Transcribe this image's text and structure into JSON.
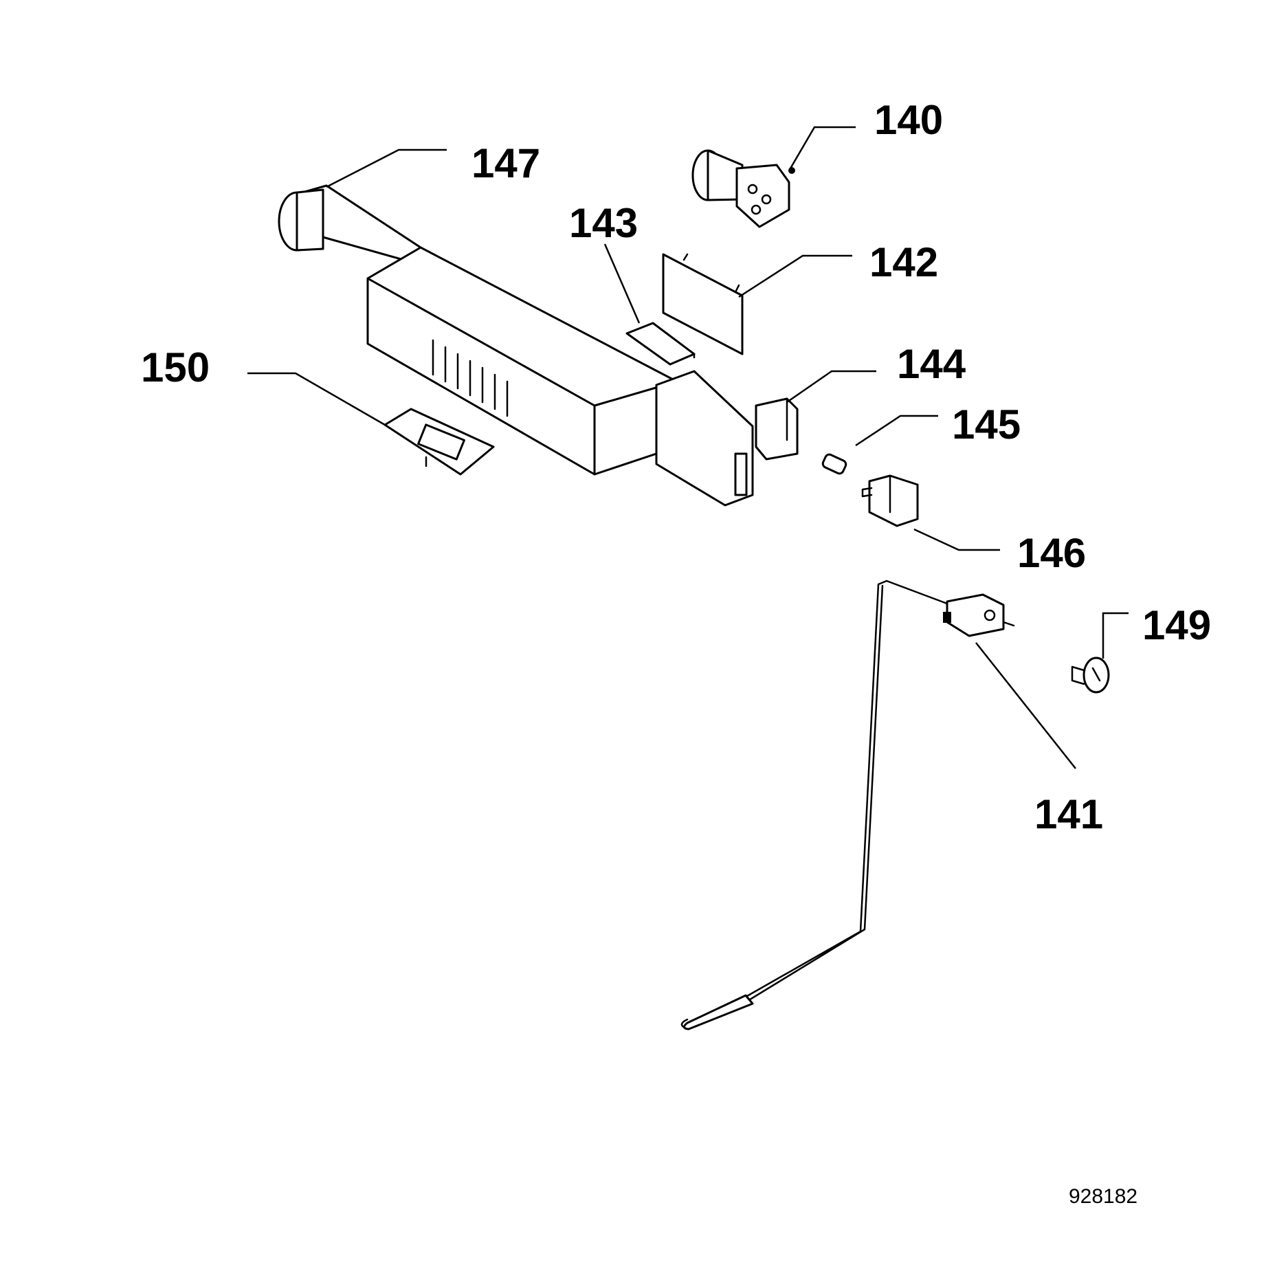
{
  "labels": {
    "p140": "140",
    "p141": "141",
    "p142": "142",
    "p143": "143",
    "p144": "144",
    "p145": "145",
    "p146": "146",
    "p147": "147",
    "p149": "149",
    "p150": "150"
  },
  "drawing_number": "928182"
}
